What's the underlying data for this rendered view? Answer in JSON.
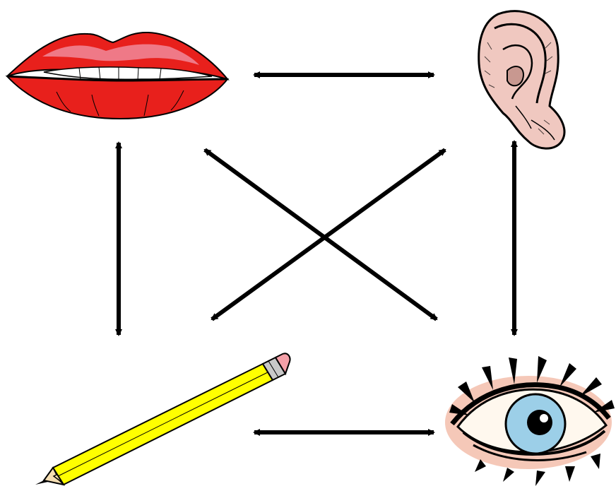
{
  "diagram": {
    "nodes": [
      {
        "id": "mouth",
        "icon": "lips-icon",
        "meaning": "speaking"
      },
      {
        "id": "ear",
        "icon": "ear-icon",
        "meaning": "listening"
      },
      {
        "id": "pencil",
        "icon": "pencil-icon",
        "meaning": "writing"
      },
      {
        "id": "eye",
        "icon": "eye-icon",
        "meaning": "reading"
      }
    ],
    "connections": [
      {
        "from": "mouth",
        "to": "ear",
        "direction": "both"
      },
      {
        "from": "mouth",
        "to": "pencil",
        "direction": "both"
      },
      {
        "from": "ear",
        "to": "eye",
        "direction": "both"
      },
      {
        "from": "pencil",
        "to": "eye",
        "direction": "both"
      },
      {
        "from": "mouth",
        "to": "eye",
        "direction": "both"
      },
      {
        "from": "ear",
        "to": "pencil",
        "direction": "both"
      }
    ],
    "colors": {
      "lips": "#e8201c",
      "lips_shine": "#f08a9a",
      "ear_skin": "#f0c8c0",
      "pencil_body": "#ffff00",
      "eraser": "#f4a0a8",
      "iris": "#9ccfe8",
      "eye_halo": "#f5c8b8",
      "arrow": "#000000"
    }
  }
}
